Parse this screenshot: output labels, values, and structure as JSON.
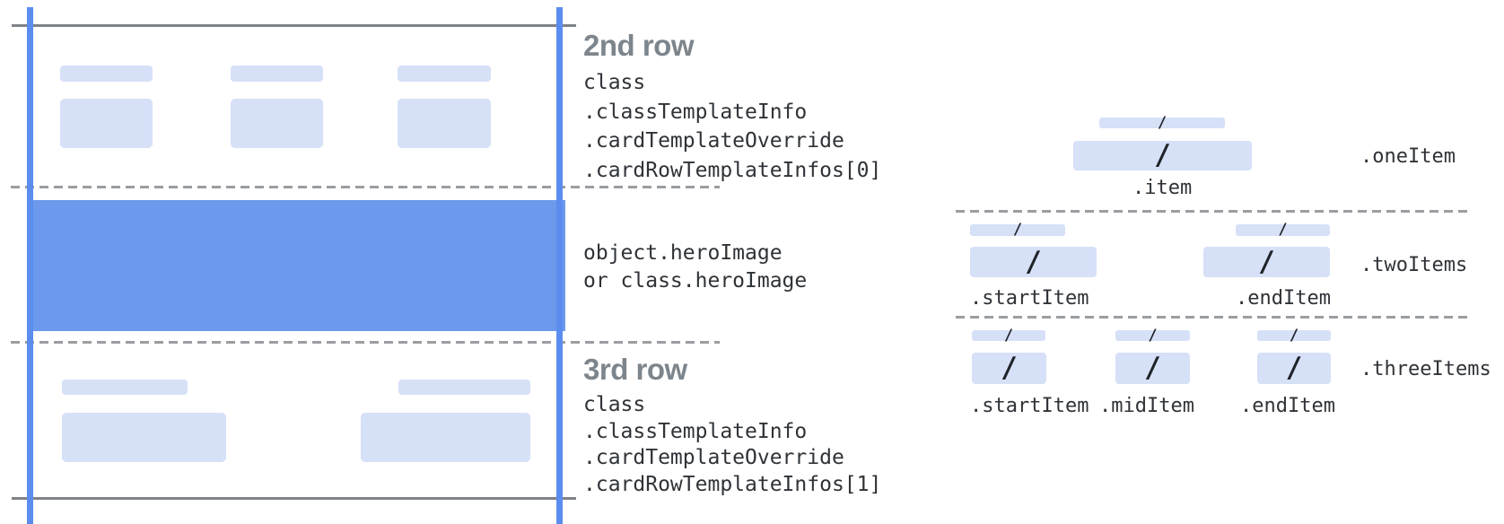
{
  "colors": {
    "hero_blue": "#6C99EB",
    "guide_blue": "#5B8DEF",
    "placeholder_blue": "#D6E0F7",
    "edge_gray": "#7E8287",
    "dash_gray": "#9A9DA1",
    "heading_gray": "#7D858C",
    "code_dark": "#2F3337",
    "slash_dark": "#1F2227"
  },
  "glyphs": {
    "slash": "/"
  },
  "card": {
    "row2": {
      "heading": "2nd row",
      "code_lines": [
        "class",
        ".classTemplateInfo",
        ".cardTemplateOverride",
        ".cardRowTemplateInfos[0]"
      ]
    },
    "hero": {
      "lines": [
        "object.heroImage",
        "or class.heroImage"
      ]
    },
    "row3": {
      "heading": "3rd row",
      "code_lines": [
        "class",
        ".classTemplateInfo",
        ".cardTemplateOverride",
        ".cardRowTemplateInfos[1]"
      ]
    }
  },
  "items_diagram": {
    "one_item": {
      "row_label": ".oneItem",
      "item_label": ".item"
    },
    "two_items": {
      "row_label": ".twoItems",
      "start_label": ".startItem",
      "end_label": ".endItem"
    },
    "three_items": {
      "row_label": ".threeItems",
      "start_label": ".startItem",
      "mid_label": ".midItem",
      "end_label": ".endItem"
    }
  }
}
